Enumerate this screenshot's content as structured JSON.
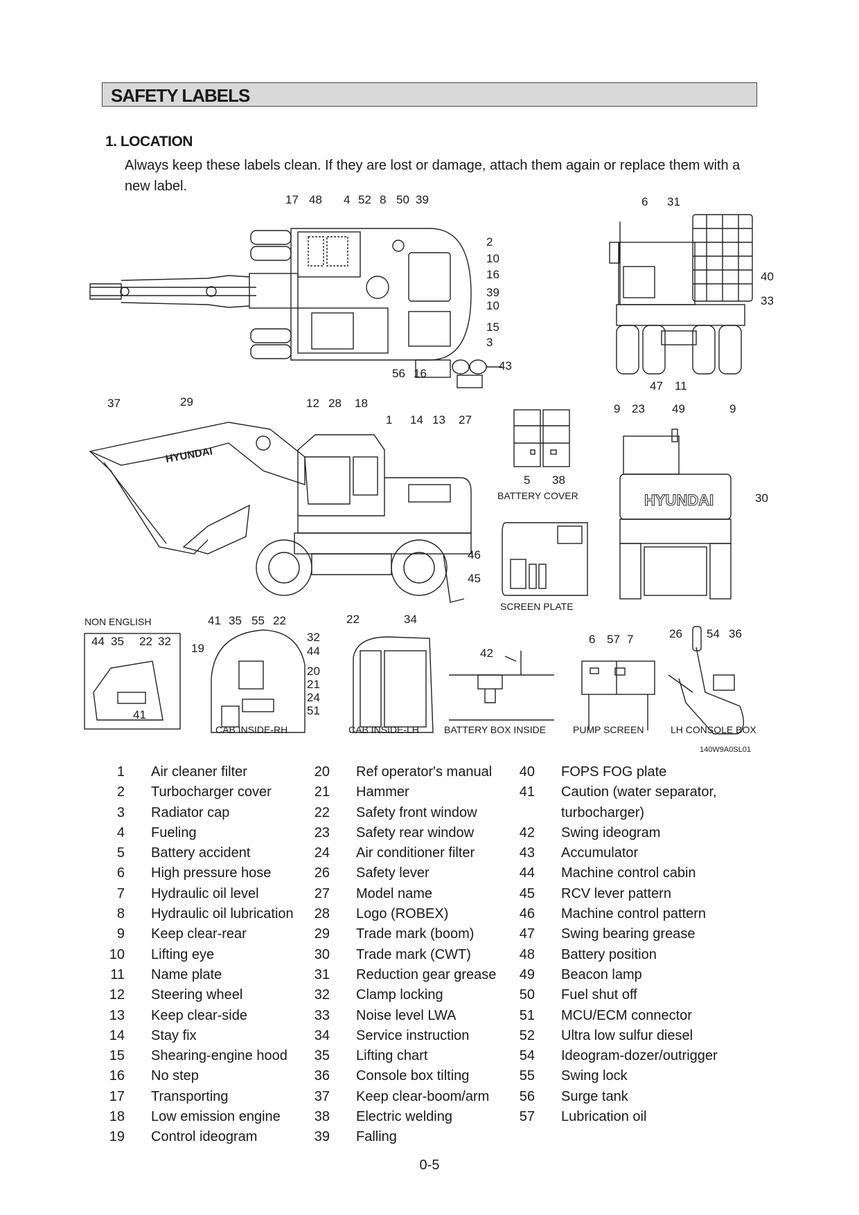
{
  "header": {
    "title": "SAFETY LABELS"
  },
  "section": {
    "title": "1. LOCATION",
    "intro": "Always keep these labels clean.  If they are lost or damage, attach them again or replace them with a new label."
  },
  "figure": {
    "code": "140W9A0SL01",
    "captions": {
      "battery_cover": "BATTERY COVER",
      "screen_plate": "SCREEN PLATE",
      "non_english": "NON ENGLISH",
      "cab_inside_rh": "CAB INSIDE-RH",
      "cab_inside_lh": "CAB INSIDE-LH",
      "battery_box_inside": "BATTERY BOX INSIDE",
      "pump_screen": "PUMP SCREEN",
      "lh_console_box": "LH CONSOLE BOX"
    },
    "brand_text": "HYUNDAI",
    "callouts": {
      "top": [
        "17",
        "48",
        "4",
        "52",
        "8",
        "50",
        "39"
      ],
      "top_right_side": [
        "2",
        "10",
        "16",
        "39",
        "10",
        "15",
        "3"
      ],
      "top_bottom": [
        "56",
        "16"
      ],
      "acc": "43",
      "rear_top": [
        "6",
        "31"
      ],
      "rear_side": [
        "40",
        "33"
      ],
      "rear_bottom": [
        "47",
        "11"
      ],
      "side_top": [
        "37",
        "29",
        "12",
        "28",
        "18",
        "1",
        "14",
        "13",
        "27"
      ],
      "battery_cover": [
        "5",
        "38"
      ],
      "rear_view_top": [
        "9",
        "23",
        "49",
        "9"
      ],
      "rear_view_side": "30",
      "screen_plate": [
        "46",
        "45"
      ],
      "non_english": [
        "44",
        "35",
        "22",
        "32",
        "41"
      ],
      "cab_rh_top": [
        "41",
        "35",
        "55",
        "22"
      ],
      "cab_rh_left": "19",
      "cab_rh_right": [
        "32",
        "44",
        "20",
        "21",
        "24",
        "51"
      ],
      "cab_lh": [
        "22",
        "34"
      ],
      "battery_box": "42",
      "pump_screen": [
        "6",
        "57",
        "7"
      ],
      "console": [
        "26",
        "54",
        "36"
      ]
    }
  },
  "legend": {
    "col1": [
      {
        "n": "1",
        "t": "Air cleaner filter"
      },
      {
        "n": "2",
        "t": "Turbocharger cover"
      },
      {
        "n": "3",
        "t": "Radiator cap"
      },
      {
        "n": "4",
        "t": "Fueling"
      },
      {
        "n": "5",
        "t": "Battery accident"
      },
      {
        "n": "6",
        "t": "High pressure hose"
      },
      {
        "n": "7",
        "t": "Hydraulic oil level"
      },
      {
        "n": "8",
        "t": "Hydraulic oil lubrication"
      },
      {
        "n": "9",
        "t": "Keep clear-rear"
      },
      {
        "n": "10",
        "t": "Lifting eye"
      },
      {
        "n": "11",
        "t": "Name plate"
      },
      {
        "n": "12",
        "t": "Steering wheel"
      },
      {
        "n": "13",
        "t": "Keep clear-side"
      },
      {
        "n": "14",
        "t": "Stay fix"
      },
      {
        "n": "15",
        "t": "Shearing-engine hood"
      },
      {
        "n": "16",
        "t": "No step"
      },
      {
        "n": "17",
        "t": "Transporting"
      },
      {
        "n": "18",
        "t": "Low emission engine"
      },
      {
        "n": "19",
        "t": "Control ideogram"
      }
    ],
    "col2": [
      {
        "n": "20",
        "t": "Ref operator's manual"
      },
      {
        "n": "21",
        "t": "Hammer"
      },
      {
        "n": "22",
        "t": "Safety front window"
      },
      {
        "n": "23",
        "t": "Safety rear window"
      },
      {
        "n": "24",
        "t": "Air conditioner filter"
      },
      {
        "n": "26",
        "t": "Safety lever"
      },
      {
        "n": "27",
        "t": "Model name"
      },
      {
        "n": "28",
        "t": "Logo (ROBEX)"
      },
      {
        "n": "29",
        "t": "Trade mark (boom)"
      },
      {
        "n": "30",
        "t": "Trade mark (CWT)"
      },
      {
        "n": "31",
        "t": "Reduction gear grease"
      },
      {
        "n": "32",
        "t": "Clamp locking"
      },
      {
        "n": "33",
        "t": "Noise level LWA"
      },
      {
        "n": "34",
        "t": "Service instruction"
      },
      {
        "n": "35",
        "t": "Lifting chart"
      },
      {
        "n": "36",
        "t": "Console box tilting"
      },
      {
        "n": "37",
        "t": "Keep clear-boom/arm"
      },
      {
        "n": "38",
        "t": "Electric welding"
      },
      {
        "n": "39",
        "t": "Falling"
      }
    ],
    "col3": [
      {
        "n": "40",
        "t": "FOPS FOG plate"
      },
      {
        "n": "41",
        "t": "Caution (water separator,"
      },
      {
        "n": "",
        "t": "turbocharger)"
      },
      {
        "n": "42",
        "t": "Swing ideogram"
      },
      {
        "n": "43",
        "t": "Accumulator"
      },
      {
        "n": "44",
        "t": "Machine control cabin"
      },
      {
        "n": "45",
        "t": "RCV lever pattern"
      },
      {
        "n": "46",
        "t": "Machine control pattern"
      },
      {
        "n": "47",
        "t": "Swing bearing grease"
      },
      {
        "n": "48",
        "t": "Battery position"
      },
      {
        "n": "49",
        "t": "Beacon lamp"
      },
      {
        "n": "50",
        "t": "Fuel shut off"
      },
      {
        "n": "51",
        "t": "MCU/ECM connector"
      },
      {
        "n": "52",
        "t": "Ultra low sulfur diesel"
      },
      {
        "n": "54",
        "t": "Ideogram-dozer/outrigger"
      },
      {
        "n": "55",
        "t": "Swing lock"
      },
      {
        "n": "56",
        "t": "Surge tank"
      },
      {
        "n": "57",
        "t": "Lubrication oil"
      }
    ]
  },
  "page": {
    "number": "0-5"
  }
}
